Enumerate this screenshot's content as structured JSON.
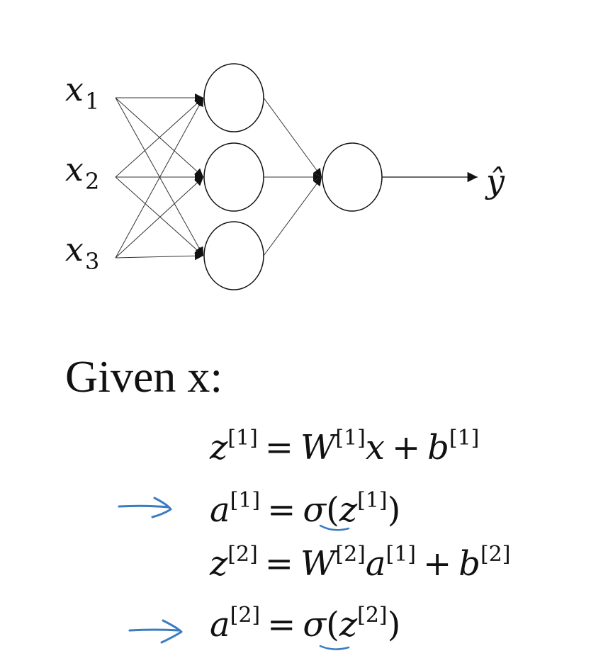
{
  "diagram": {
    "inputs": [
      {
        "var": "x",
        "sub": "1"
      },
      {
        "var": "x",
        "sub": "2"
      },
      {
        "var": "x",
        "sub": "3"
      }
    ],
    "output": {
      "var": "ŷ"
    },
    "hidden_units": 3,
    "output_units": 1
  },
  "given_text": "Given x:",
  "equations": [
    {
      "lhs_var": "z",
      "lhs_sup": "[1]",
      "equals": "=",
      "rhs": [
        {
          "t": "var",
          "v": "W"
        },
        {
          "t": "sup",
          "v": "[1]"
        },
        {
          "t": "var",
          "v": "x"
        },
        {
          "t": "op",
          "v": "+"
        },
        {
          "t": "var",
          "v": "b"
        },
        {
          "t": "sup",
          "v": "[1]"
        }
      ],
      "marked": false
    },
    {
      "lhs_var": "a",
      "lhs_sup": "[1]",
      "equals": "=",
      "rhs": [
        {
          "t": "var",
          "v": "σ",
          "underline": true
        },
        {
          "t": "txt",
          "v": "("
        },
        {
          "t": "var",
          "v": "z"
        },
        {
          "t": "sup",
          "v": "[1]"
        },
        {
          "t": "txt",
          "v": ")"
        }
      ],
      "marked": true
    },
    {
      "lhs_var": "z",
      "lhs_sup": "[2]",
      "equals": "=",
      "rhs": [
        {
          "t": "var",
          "v": "W"
        },
        {
          "t": "sup",
          "v": "[2]"
        },
        {
          "t": "var",
          "v": "a"
        },
        {
          "t": "sup",
          "v": "[1]"
        },
        {
          "t": "op",
          "v": "+"
        },
        {
          "t": "var",
          "v": "b"
        },
        {
          "t": "sup",
          "v": "[2]"
        }
      ],
      "marked": false
    },
    {
      "lhs_var": "a",
      "lhs_sup": "[2]",
      "equals": "=",
      "rhs": [
        {
          "t": "var",
          "v": "σ",
          "underline": true
        },
        {
          "t": "txt",
          "v": "("
        },
        {
          "t": "var",
          "v": "z"
        },
        {
          "t": "sup",
          "v": "[2]"
        },
        {
          "t": "txt",
          "v": ")"
        }
      ],
      "marked": true
    }
  ],
  "annotation_color": "#3a7cc2"
}
